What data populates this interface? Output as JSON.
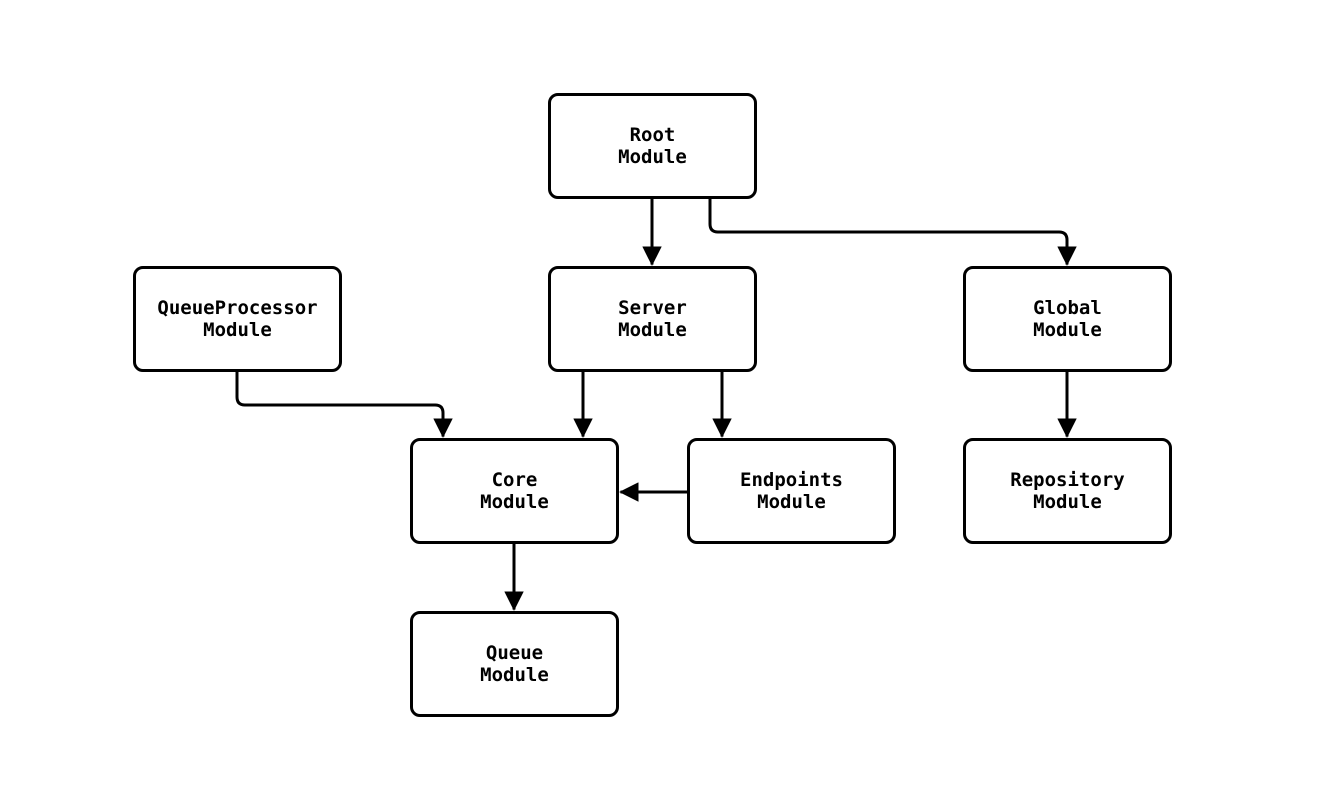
{
  "diagram": {
    "type": "module-dependency-flowchart",
    "background_color": "#ffffff",
    "line_color": "#000000",
    "node_fill_color": "#ffffff",
    "nodes": [
      {
        "id": "root",
        "label": "Root\nModule"
      },
      {
        "id": "queueprocessor",
        "label": "QueueProcessor\nModule"
      },
      {
        "id": "server",
        "label": "Server\nModule"
      },
      {
        "id": "global",
        "label": "Global\nModule"
      },
      {
        "id": "core",
        "label": "Core\nModule"
      },
      {
        "id": "endpoints",
        "label": "Endpoints\nModule"
      },
      {
        "id": "repository",
        "label": "Repository\nModule"
      },
      {
        "id": "queue",
        "label": "Queue\nModule"
      }
    ],
    "edges": [
      {
        "from": "root",
        "to": "server"
      },
      {
        "from": "root",
        "to": "global"
      },
      {
        "from": "queueprocessor",
        "to": "core"
      },
      {
        "from": "server",
        "to": "core"
      },
      {
        "from": "server",
        "to": "endpoints"
      },
      {
        "from": "endpoints",
        "to": "core"
      },
      {
        "from": "global",
        "to": "repository"
      },
      {
        "from": "core",
        "to": "queue"
      }
    ]
  }
}
